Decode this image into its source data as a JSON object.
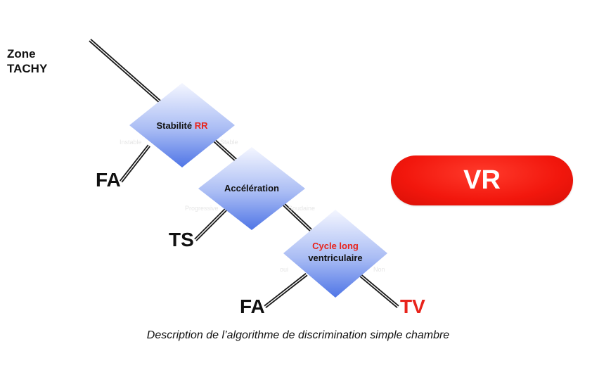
{
  "zone_label": {
    "line1": "Zone",
    "line2": "TACHY"
  },
  "nodes": [
    {
      "id": "stabilite",
      "text_parts": [
        {
          "text": "Stabilité ",
          "color": "#111111"
        },
        {
          "text": "RR",
          "color": "#e8231b"
        }
      ],
      "left_branch": "Instable",
      "right_branch": "Stable",
      "left_outcome": "FA"
    },
    {
      "id": "acceleration",
      "text_parts": [
        {
          "text": "Accélération",
          "color": "#111111"
        }
      ],
      "left_branch": "Progressive",
      "right_branch": "Soudaine",
      "left_outcome": "TS"
    },
    {
      "id": "cycle-long",
      "line1": "Cycle long",
      "line2": "ventriculaire",
      "left_branch": "oui",
      "right_branch": "Non",
      "left_outcome": "FA",
      "right_outcome": "TV"
    }
  ],
  "vr_label": "VR",
  "caption": "Description de l’algorithme de discrimination simple chambre",
  "colors": {
    "accent_red": "#e8231b",
    "diamond_top": "#f1f4ff",
    "diamond_bottom": "#5a7fe8",
    "vr_fill": "#f2170d"
  }
}
